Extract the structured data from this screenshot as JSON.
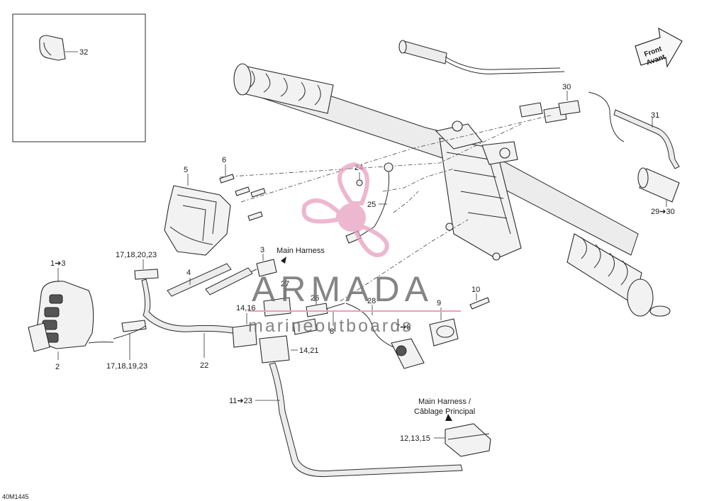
{
  "figure_code": "40M1445",
  "watermark": {
    "brand": "ARMADA",
    "tagline": "marineoutboards"
  },
  "orientation": {
    "line1": "Front",
    "line2": "Avant"
  },
  "callouts": {
    "c32": "32",
    "c30": "30",
    "c31": "31",
    "c29_30": "29➔30",
    "c6": "6",
    "c5": "5",
    "c24": "24",
    "c25": "25",
    "c3": "3",
    "main_harness": "Main Harness",
    "c17_18_20_23": "17,18,20,23",
    "c4": "4",
    "c1_3": "1➔3",
    "c2": "2",
    "c17_18_19_23": "17,18,19,23",
    "c22": "22",
    "c27": "27",
    "c14_16": "14,16",
    "c26": "26",
    "c8a": "8",
    "c28": "28",
    "c7_8": "7➔8",
    "c9": "9",
    "c10": "10",
    "c14_21": "14,21",
    "c11_23": "11➔23",
    "main_harness_fr_1": "Main Harness /",
    "main_harness_fr_2": "Câblage Principal",
    "c12_13_15": "12,13,15"
  },
  "colors": {
    "line": "#2b2b2b",
    "watermark_text": "#707070",
    "watermark_logo": "#e8a0c0",
    "background": "#ffffff"
  }
}
